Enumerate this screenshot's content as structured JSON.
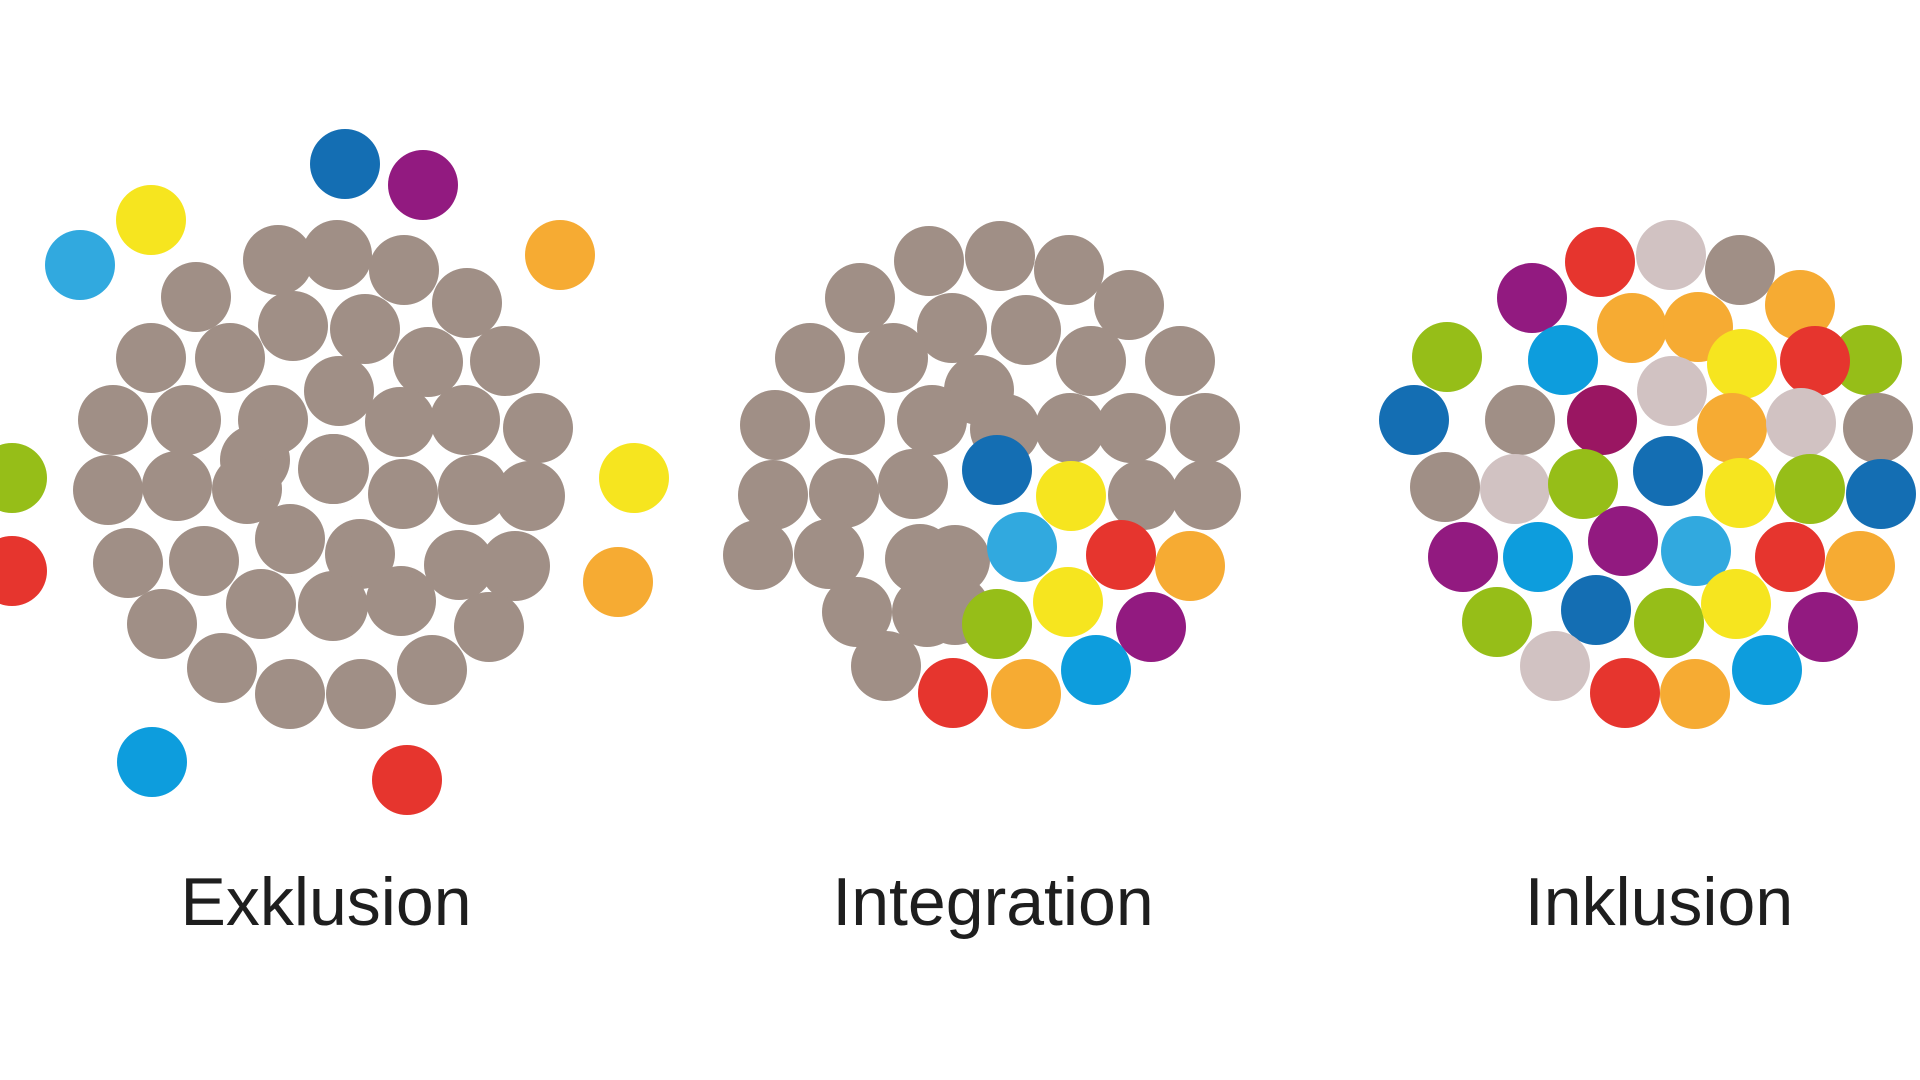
{
  "colors": {
    "gray": "#a08f86",
    "blue": "#31a9df",
    "darkblue": "#146eb3",
    "cyan": "#0d9ddd",
    "purple": "#921a80",
    "magenta": "#9a1662",
    "yellow": "#f6e51f",
    "orange": "#f6ab33",
    "red": "#e6352e",
    "green": "#96be18",
    "lightgray": "#d1c2c2"
  },
  "groups": [
    {
      "name": "exclusion",
      "label": "Exklusion",
      "composition": {
        "gray": 42,
        "outside": [
          "darkblue",
          "purple",
          "yellow",
          "blue",
          "orange",
          "yellow",
          "orange",
          "green",
          "red",
          "cyan",
          "red"
        ]
      }
    },
    {
      "name": "integration",
      "label": "Integration",
      "composition": {
        "gray": 32,
        "grouped": [
          "darkblue",
          "yellow",
          "blue",
          "red",
          "orange",
          "green",
          "yellow",
          "purple",
          "red",
          "orange",
          "cyan"
        ]
      }
    },
    {
      "name": "inclusion",
      "label": "Inklusion",
      "composition": {
        "mixed": [
          "red",
          "lightgray",
          "gray",
          "purple",
          "orange",
          "orange",
          "green",
          "cyan",
          "orange",
          "green",
          "red",
          "yellow",
          "darkblue",
          "gray",
          "magenta",
          "lightgray",
          "orange",
          "lightgray",
          "gray",
          "gray",
          "lightgray",
          "green",
          "darkblue",
          "yellow",
          "green",
          "darkblue",
          "purple",
          "cyan",
          "purple",
          "blue",
          "red",
          "orange",
          "green",
          "darkblue",
          "green",
          "yellow",
          "purple",
          "lightgray",
          "red",
          "orange",
          "cyan"
        ]
      }
    }
  ]
}
